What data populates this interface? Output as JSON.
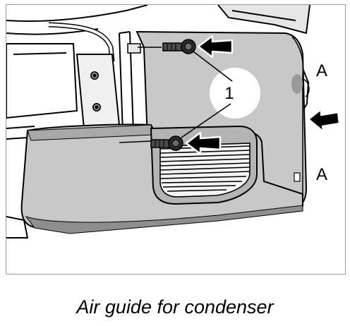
{
  "figure": {
    "callout_number": "1",
    "side_label_top": "A",
    "side_label_bottom": "A"
  },
  "caption": "Air guide for condenser",
  "colors": {
    "line": "#000000",
    "panel_fill": "#c8c8c8",
    "panel_dark": "#8e8e8e",
    "background_parts": "#ffffff",
    "highlight": "#ffffff"
  }
}
